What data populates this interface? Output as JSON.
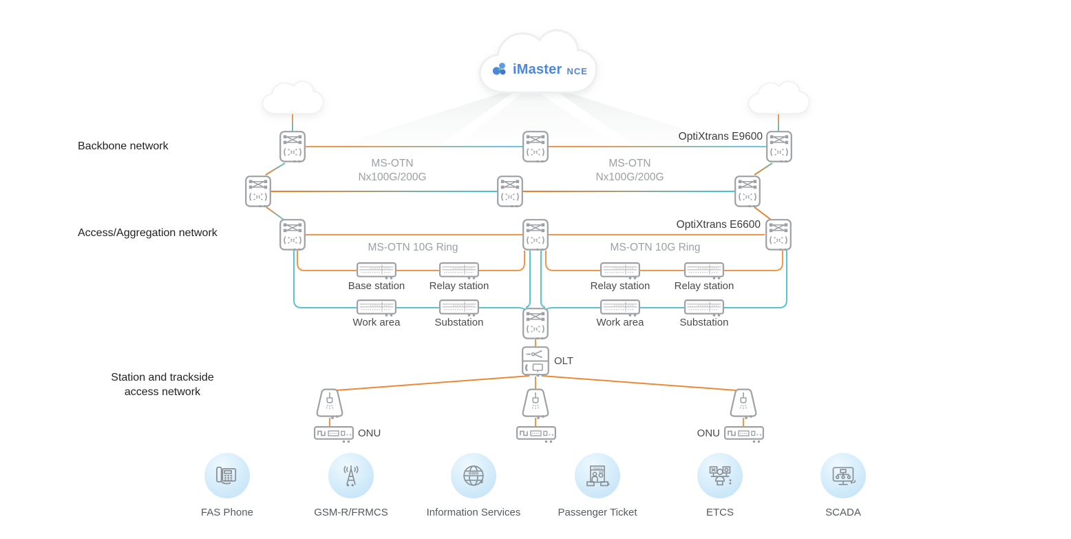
{
  "nms_cloud": {
    "brand": "iMaster",
    "product": "NCE",
    "logo": "imaster-nce-logo"
  },
  "section_labels": {
    "backbone": "Backbone network",
    "access": "Access/Aggregation network",
    "station_line1": "Station and trackside",
    "station_line2": "access network"
  },
  "backbone": {
    "product": "OptiXtrans E9600",
    "links": [
      {
        "l1": "MS-OTN",
        "l2": "Nx100G/200G"
      },
      {
        "l1": "MS-OTN",
        "l2": "Nx100G/200G"
      }
    ]
  },
  "access": {
    "product": "OptiXtrans E6600",
    "rings": [
      "MS-OTN 10G Ring",
      "MS-OTN 10G Ring"
    ],
    "orange_ring_sites": [
      "Base station",
      "Relay station",
      "Relay station",
      "Relay station"
    ],
    "teal_ring_sites": [
      "Work area",
      "Substation",
      "Work area",
      "Substation"
    ]
  },
  "pon": {
    "olt": "OLT",
    "onu_left": "ONU",
    "onu_right": "ONU"
  },
  "services": [
    {
      "label": "FAS Phone",
      "icon": "fas-phone-icon"
    },
    {
      "label": "GSM-R/FRMCS",
      "icon": "gsm-r-antenna-icon"
    },
    {
      "label": "Information Services",
      "icon": "www-globe-icon",
      "badge": "WWW"
    },
    {
      "label": "Passenger Ticket",
      "icon": "ticket-kiosk-icon",
      "badge": "TICKETS"
    },
    {
      "label": "ETCS",
      "icon": "etcs-operators-icon"
    },
    {
      "label": "SCADA",
      "icon": "scada-monitor-icon"
    }
  ],
  "colors": {
    "ring_orange": "#F0964B",
    "ring_teal": "#57C4CE",
    "device_gray": "#9DA1A6",
    "brand_blue": "#4C87DB",
    "service_circle_blue": "#C9E6F8"
  }
}
